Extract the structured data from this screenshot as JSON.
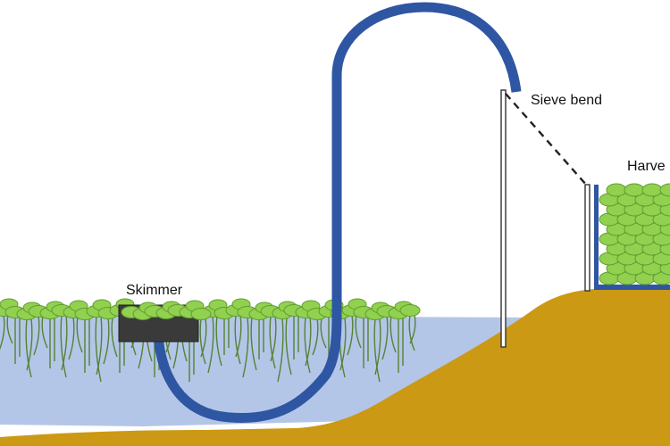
{
  "labels": {
    "skimmer": "Skimmer",
    "sieve_bend": "Sieve bend",
    "harvest": "Harve"
  },
  "colors": {
    "water": "#b4c6e7",
    "ground": "#cc9914",
    "pipe": "#2e56a3",
    "plant_fill": "#92d050",
    "plant_edge": "#5e9e2e",
    "root": "#548235",
    "skimmer_box": "#3a3a3a",
    "post": "#333333",
    "background": "#ffffff"
  }
}
